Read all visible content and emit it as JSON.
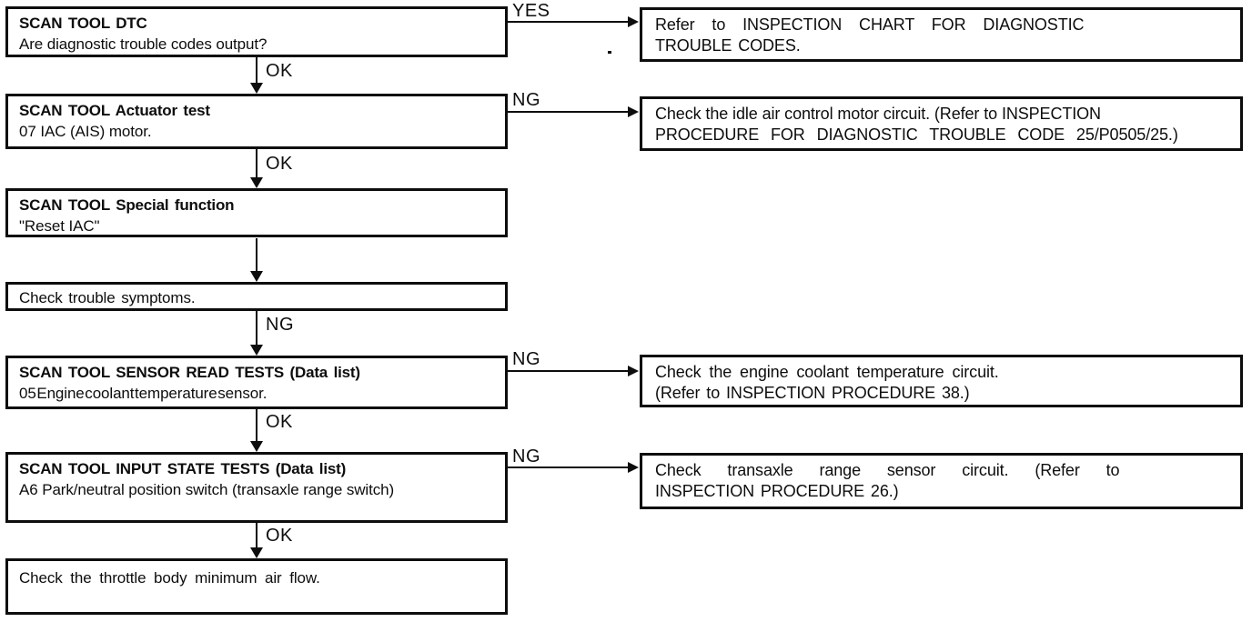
{
  "palette": {
    "background": "#ffffff",
    "ink": "#0d0d0d"
  },
  "flowchart": {
    "steps": [
      {
        "title": "SCAN TOOL DTC",
        "body": "Are diagnostic trouble codes output?"
      },
      {
        "title": "SCAN TOOL Actuator test",
        "body": "07 IAC (AIS) motor."
      },
      {
        "title": "SCAN TOOL Special function",
        "body": "\"Reset IAC\""
      },
      {
        "body": "Check trouble symptoms."
      },
      {
        "title": "SCAN TOOL SENSOR READ TESTS (Data list)",
        "body": "05 Engine coolant temperature sensor."
      },
      {
        "title": "SCAN TOOL INPUT STATE TESTS (Data list)",
        "body": "A6 Park/neutral position switch (transaxle range switch)"
      },
      {
        "body": "Check the throttle body minimum air flow."
      }
    ],
    "results": [
      {
        "lines": [
          "Refer to INSPECTION CHART FOR DIAGNOSTIC",
          "TROUBLE CODES."
        ]
      },
      {
        "lines": [
          "Check the idle air control motor circuit. (Refer to INSPECTION",
          "PROCEDURE FOR DIAGNOSTIC TROUBLE CODE 25/P0505/25.)"
        ]
      },
      {
        "lines": [
          "Check the engine coolant temperature circuit.",
          "(Refer to INSPECTION PROCEDURE 38.)"
        ]
      },
      {
        "lines": [
          "Check transaxle range sensor circuit. (Refer to",
          "INSPECTION PROCEDURE 26.)"
        ]
      }
    ],
    "branch_labels": {
      "h1": "YES",
      "h2": "NG",
      "h3": "NG",
      "h4": "NG"
    },
    "flow_labels": {
      "v1": "OK",
      "v2": "OK",
      "v4": "NG",
      "v5": "OK",
      "v6": "OK"
    }
  }
}
